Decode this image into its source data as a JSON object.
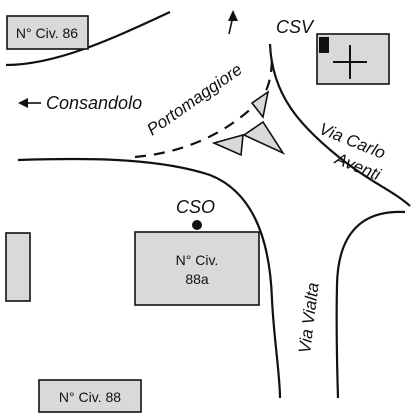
{
  "map": {
    "colors": {
      "road_line": "#111111",
      "building_fill": "#d9d9d9",
      "building_stroke": "#111111",
      "background": "#ffffff"
    },
    "icons": [
      "arrow-up-icon",
      "arrow-left-icon",
      "lamp-marker-icon",
      "traffic-island-icon",
      "plus-icon"
    ],
    "labels": {
      "civ_86": "N° Civ. 86",
      "civ_88a_line1": "N° Civ.",
      "civ_88a_line2": "88a",
      "civ_88": "N° Civ. 88",
      "consandolo": "Consandolo",
      "portomaggiore": "Portomaggiore",
      "via_carlo": "Via Carlo",
      "aventi": "Aventi",
      "via_vialta": "Via Vialta",
      "cso": "CSO",
      "csv": "CSV"
    }
  }
}
